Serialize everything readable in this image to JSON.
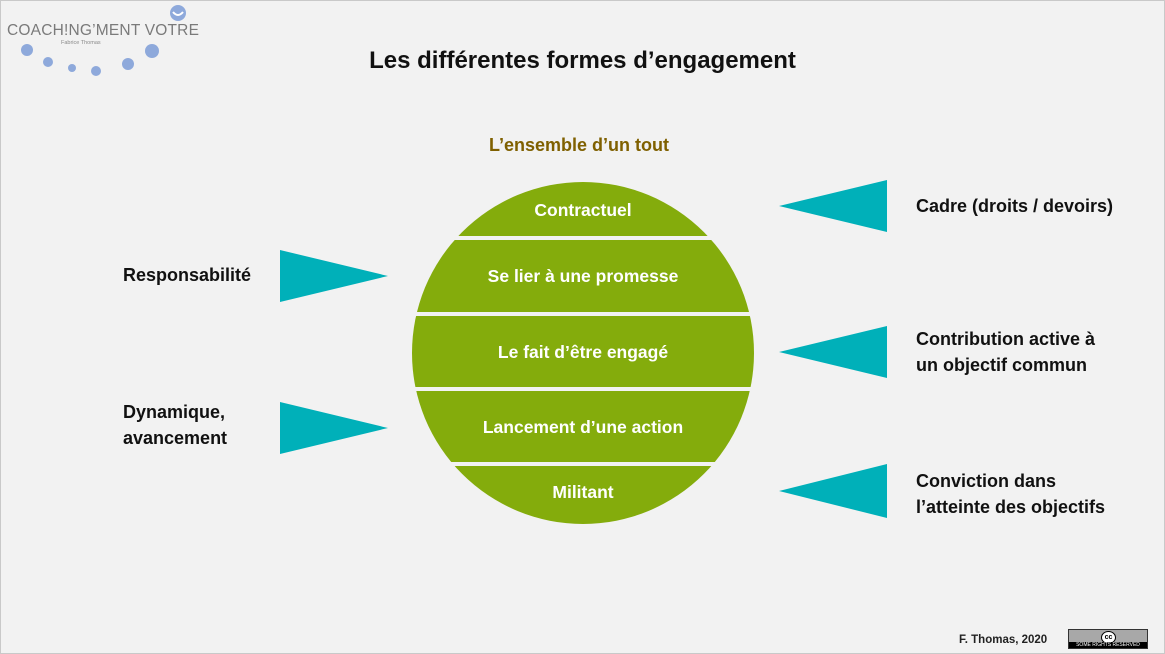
{
  "logo": {
    "brand": "COACH!NG’MENT VOTRE",
    "subtitle": "Fabrice Thomas"
  },
  "title": "Les différentes formes d’engagement",
  "subtitle": "L’ensemble d’un tout",
  "bands": [
    "Contractuel",
    "Se lier à une promesse",
    "Le fait d’être engagé",
    "Lancement d’une action",
    "Militant"
  ],
  "left_labels": [
    [
      "Responsabilité"
    ],
    [
      "Dynamique,",
      "avancement"
    ]
  ],
  "right_labels": [
    [
      "Cadre (droits / devoirs)"
    ],
    [
      "Contribution active à",
      "un objectif commun"
    ],
    [
      "Conviction dans",
      "l’atteinte des objectifs"
    ]
  ],
  "footer": "F. Thomas, 2020",
  "license": {
    "icon": "cc",
    "text": "SOME RIGHTS RESERVED"
  },
  "colors": {
    "background": "#f2f2f2",
    "circle": "#84ac0c",
    "arrow": "#00b0b9",
    "subtitle": "#7f6000",
    "logo_dots": "#8ea9db"
  }
}
